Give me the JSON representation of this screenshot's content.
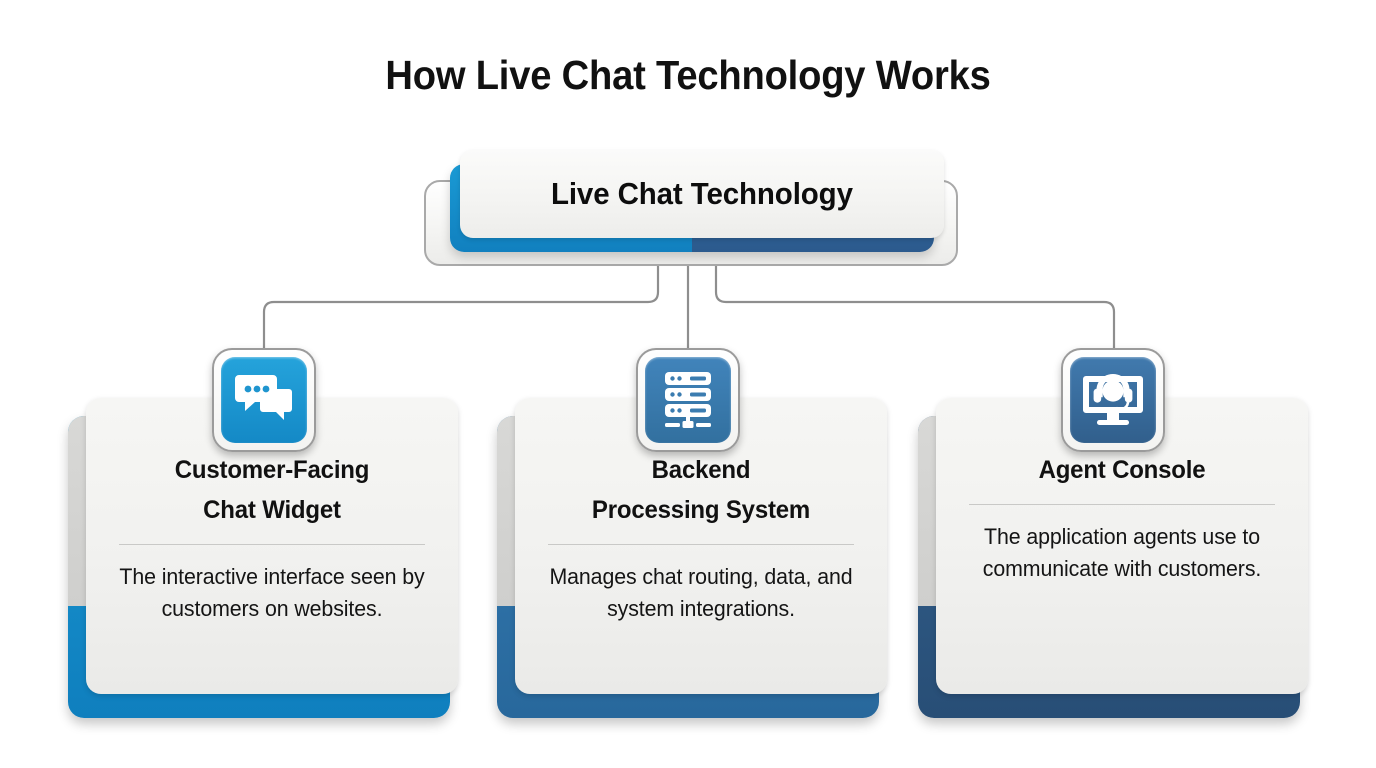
{
  "page": {
    "title": "How Live Chat Technology Works",
    "background_color": "#ffffff"
  },
  "root": {
    "label": "Live Chat Technology",
    "face_color": "#f2f2f0",
    "accent_left_color": "#1180bf",
    "accent_right_color": "#2b5a8d",
    "outline_color": "#a9a9a9"
  },
  "connectors": {
    "line_color": "#8e8e8e",
    "style": "elbow"
  },
  "children": [
    {
      "id": "customer-facing-chat-widget",
      "title": "Customer-Facing\nChat Widget",
      "title_line_1": "Customer-Facing",
      "title_line_2": "Chat Widget",
      "description": "The interactive interface seen by customers on websites.",
      "icon": "chat-bubbles-icon",
      "icon_color": "#1a96d0",
      "accent_color": "#1186c4"
    },
    {
      "id": "backend-processing-system",
      "title": "Backend\nProcessing System",
      "title_line_1": "Backend",
      "title_line_2": "Processing System",
      "description": "Manages chat routing, data, and system integrations.",
      "icon": "server-stack-icon",
      "icon_color": "#3a78b0",
      "accent_color": "#2d71a8"
    },
    {
      "id": "agent-console",
      "title": "Agent Console",
      "title_line_1": "Agent Console",
      "title_line_2": "",
      "description": "The application agents use to communicate with customers.",
      "icon": "agent-headset-monitor-icon",
      "icon_color": "#3a6d9e",
      "accent_color": "#2c5680"
    }
  ]
}
